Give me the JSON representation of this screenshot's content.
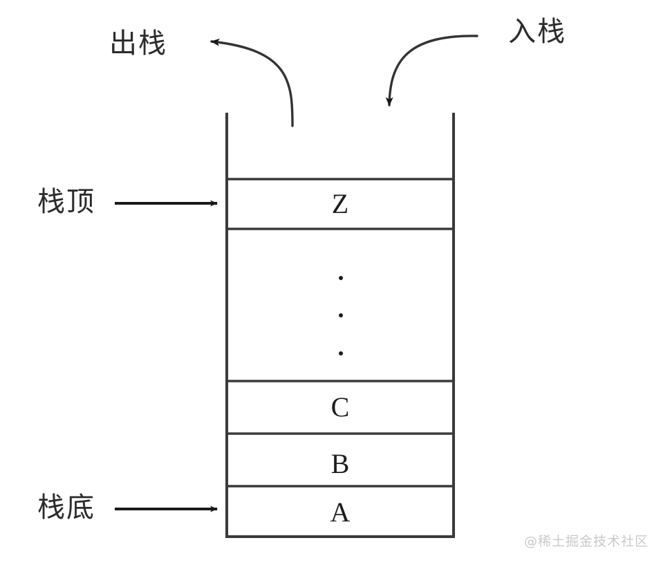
{
  "diagram": {
    "title": "stack-push-pop-diagram",
    "background_color": "#ffffff",
    "line_color": "#3a3a3a"
  },
  "labels": {
    "pop": "出栈",
    "push": "入栈",
    "stack_top": "栈顶",
    "stack_bottom": "栈底"
  },
  "stack": {
    "cells": [
      {
        "value": "Z",
        "name": "stack-cell-z"
      },
      {
        "value": "C",
        "name": "stack-cell-c"
      },
      {
        "value": "B",
        "name": "stack-cell-b"
      },
      {
        "value": "A",
        "name": "stack-cell-a"
      }
    ],
    "ellipsis": "⋮"
  },
  "watermark": {
    "text": "@稀土掘金技术社区"
  }
}
